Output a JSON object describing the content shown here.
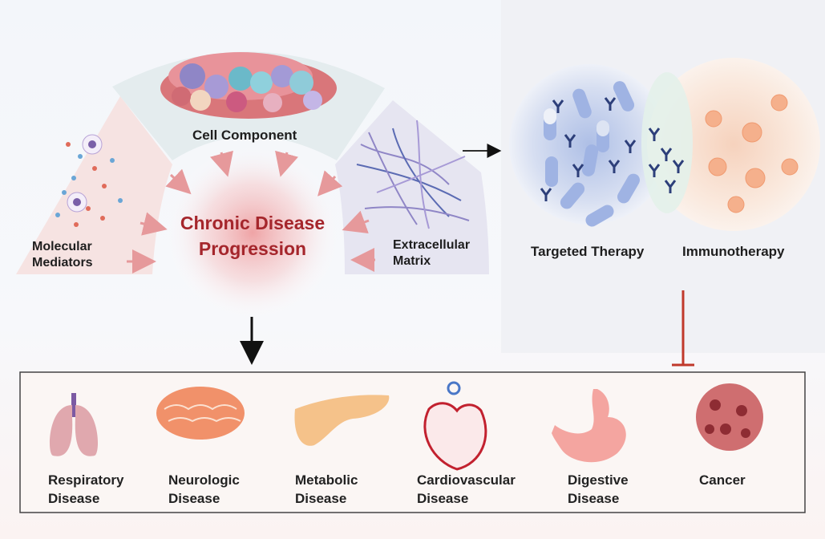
{
  "center": {
    "line1": "Chronic Disease",
    "line2": "Progression"
  },
  "sectors": {
    "cell_component": "Cell Component",
    "molecular_line1": "Molecular",
    "molecular_line2": "Mediators",
    "ecm_line1": "Extracellular",
    "ecm_line2": "Matrix"
  },
  "therapies": {
    "targeted": "Targeted Therapy",
    "immuno": "Immunotherapy"
  },
  "diseases": [
    {
      "line1": "Respiratory",
      "line2": "Disease",
      "icon": "lungs-icon"
    },
    {
      "line1": "Neurologic",
      "line2": "Disease",
      "icon": "brain-icon"
    },
    {
      "line1": "Metabolic",
      "line2": "Disease",
      "icon": "pancreas-icon"
    },
    {
      "line1": "Cardiovascular",
      "line2": "Disease",
      "icon": "heart-icon"
    },
    {
      "line1": "Digestive",
      "line2": "Disease",
      "icon": "stomach-icon"
    },
    {
      "line1": "Cancer",
      "line2": "",
      "icon": "tumor-icon"
    }
  ],
  "colors": {
    "title_red": "#a5262c",
    "arrow_pink": "#e6999b",
    "inhibit_red": "#c0392b",
    "box_border": "#444444"
  }
}
